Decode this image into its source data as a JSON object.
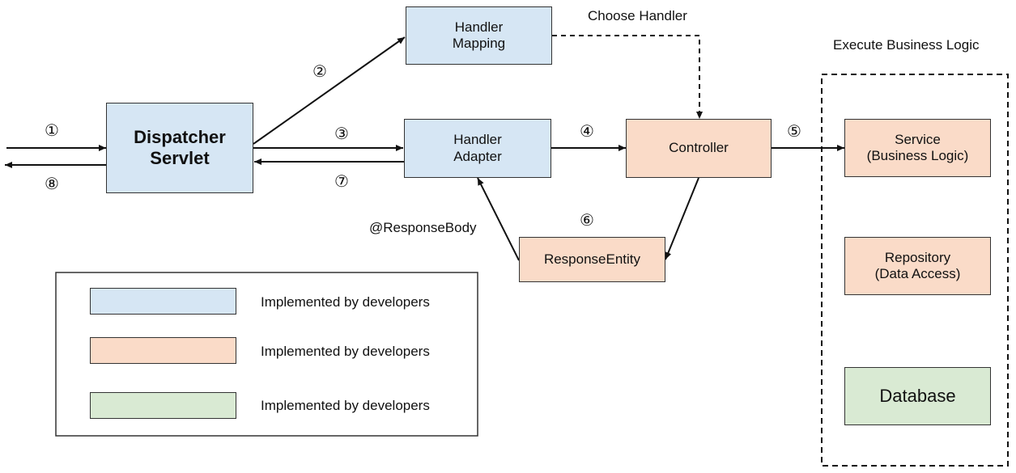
{
  "nodes": {
    "dispatcher": "Dispatcher\nServlet",
    "handler_mapping": "Handler\nMapping",
    "handler_adapter": "Handler\nAdapter",
    "controller": "Controller",
    "response_entity": "ResponseEntity",
    "service": "Service\n(Business Logic)",
    "repository": "Repository\n(Data Access)",
    "database": "Database"
  },
  "labels": {
    "choose_handler": "Choose Handler",
    "execute_business_logic": "Execute Business Logic",
    "response_body": "@ResponseBody"
  },
  "steps": {
    "s1": "①",
    "s2": "②",
    "s3": "③",
    "s4": "④",
    "s5": "⑤",
    "s6": "⑥",
    "s7": "⑦",
    "s8": "⑧"
  },
  "legend": {
    "items": [
      {
        "label": "Implemented by developers",
        "color": "#d6e6f4"
      },
      {
        "label": "Implemented by developers",
        "color": "#fadbc8"
      },
      {
        "label": "Implemented by developers",
        "color": "#d9ead3"
      }
    ]
  }
}
